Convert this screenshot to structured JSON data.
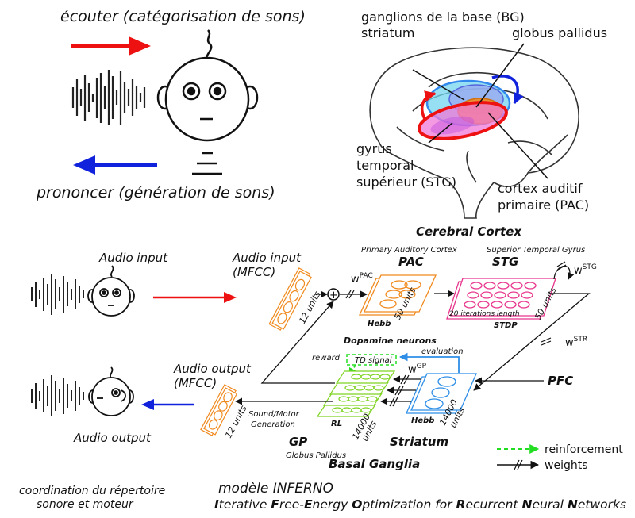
{
  "top": {
    "listen_caption": "écouter (catégorisation de sons)",
    "speak_caption": "prononcer (génération de sons)"
  },
  "brain": {
    "bg_line1": "ganglions de la base (BG)",
    "bg_line2": "striatum",
    "globus_pallidus": "globus pallidus",
    "stg_line1": "gyrus",
    "stg_line2": "temporal",
    "stg_line3": "supérieur (STG)",
    "pac_line1": "cortex auditif",
    "pac_line2": "primaire (PAC)"
  },
  "model": {
    "audio_input_title": "Audio input",
    "audio_input_mfcc_1": "Audio input",
    "audio_input_mfcc_2": "(MFCC)",
    "audio_output_mfcc_1": "Audio output",
    "audio_output_mfcc_2": "(MFCC)",
    "audio_output_title": "Audio output",
    "units_in": "12 units",
    "units_out": "12 units",
    "plus_sign": "+",
    "cerebral_cortex": "Cerebral Cortex",
    "pac_full": "Primary Auditory Cortex",
    "pac": "PAC",
    "stg_full": "Superior Temporal Gyrus",
    "stg": "STG",
    "w_pac": "w",
    "w_pac_sup": "PAC",
    "w_stg": "w",
    "w_stg_sup": "STG",
    "w_str": "w",
    "w_str_sup": "STR",
    "w_gp": "w",
    "w_gp_sup": "GP",
    "pac_units": "50 units",
    "stg_units": "50 units",
    "hebb_pac": "Hebb",
    "iterations": "20 iterations length",
    "stdp": "STDP",
    "dopamine": "Dopamine neurons",
    "reward": "reward",
    "td_signal": "TD signal",
    "evaluation": "evaluation",
    "pfc": "PFC",
    "rl": "RL",
    "gp_units_1": "14000",
    "gp_units_2": "units",
    "hebb_str": "Hebb",
    "str_units_1": "14000",
    "str_units_2": "units",
    "sound_motor_1": "Sound/Motor",
    "sound_motor_2": "Generation",
    "gp": "GP",
    "gp_full": "Globus Pallidus",
    "striatum": "Striatum",
    "basal_ganglia": "Basal Ganglia"
  },
  "legend": {
    "reinforcement": "reinforcement",
    "weights": "weights"
  },
  "footer": {
    "coordination_1": "coordination du répertoire",
    "coordination_2": "sonore et moteur",
    "model_name": "modèle INFERNO",
    "acronym_parts": [
      {
        "cap": "I",
        "rest": "terative "
      },
      {
        "cap": "F",
        "rest": "ree-"
      },
      {
        "cap": "E",
        "rest": "nergy "
      },
      {
        "cap": "O",
        "rest": "ptimization for "
      },
      {
        "cap": "R",
        "rest": "ecurrent "
      },
      {
        "cap": "N",
        "rest": "eural "
      },
      {
        "cap": "N",
        "rest": "etworks"
      }
    ]
  },
  "colors": {
    "input_arrow": "#ee1111",
    "output_arrow": "#1122dd",
    "input_units": "#f08a1e",
    "pac": "#f08a1e",
    "stg": "#e8348c",
    "gp": "#7ed321",
    "striatum": "#2f8fe6",
    "reinforcement": "#22dd22"
  }
}
